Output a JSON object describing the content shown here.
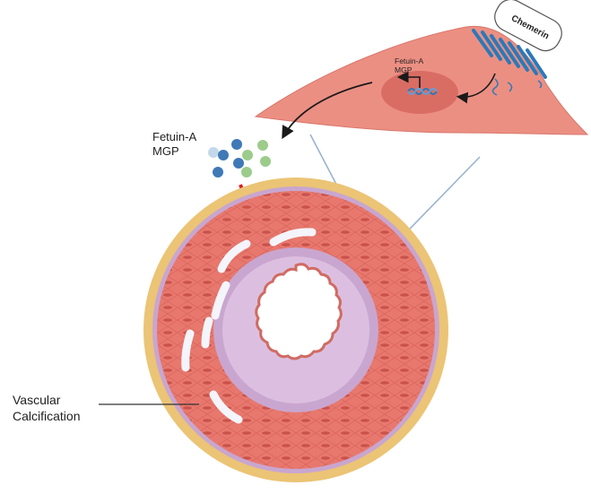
{
  "labels": {
    "receptor": "Chemerin",
    "gene_line1": "Fetuin-A",
    "gene_line2": "MGP",
    "secreted_line1": "Fetuin-A",
    "secreted_line2": "MGP",
    "calcification_line1": "Vascular",
    "calcification_line2": "Calcification"
  },
  "colors": {
    "cell_fill": "#ec8f83",
    "nucleus_fill": "#d96d64",
    "receptor": "#2b79b8",
    "inhibition": "#e01b1b",
    "adventitia": "#ebc475",
    "media": "#e8786d",
    "elastic_lamina": "#c9a6cf",
    "calcification": "#f4f4fb",
    "connector_line": "#9ab3cf"
  },
  "icons": {
    "receptor": "seven-transmembrane-receptor-icon",
    "gene": "dna-helix-icon",
    "proteins": "protein-dots-icon",
    "inhibition": "inhibition-arrow-icon"
  }
}
